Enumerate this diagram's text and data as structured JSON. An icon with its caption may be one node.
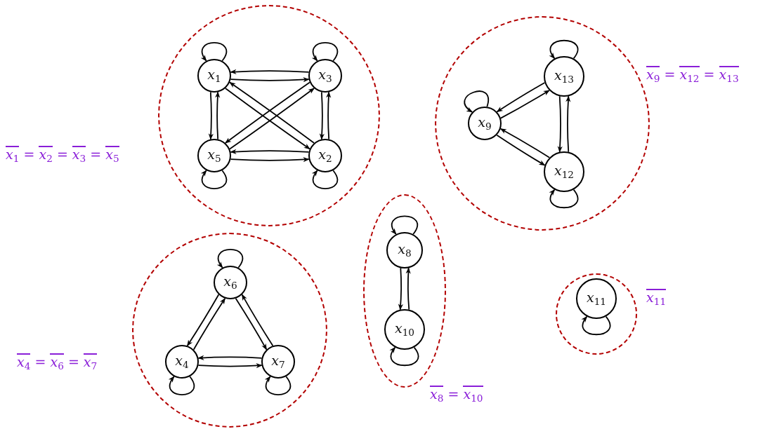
{
  "diagram": {
    "nodes": [
      {
        "text": [],
        "shape": "circle",
        "beside": [
          "*x*$_{1}$ = *x*$_{2}$ = *x*$_{3}$ = *x*$_{5}$"
        ]
      },
      {
        "text": [
          "*x*$_{1}$"
        ],
        "in": 0
      },
      {
        "text": [
          "*x*$_{3}$"
        ],
        "in": 0
      },
      {
        "text": [
          "*x*$_{5}$"
        ],
        "in": 0
      },
      {
        "text": [
          "*x*$_{2}$"
        ],
        "in": 0
      },
      {
        "text": [],
        "shape": "circle",
        "beside": [
          "*x*$_{9}$ = *x*$_{12}$ = *x*$_{13}$"
        ]
      },
      {
        "text": [
          "*x*$_{13}$"
        ],
        "in": 5
      },
      {
        "text": [
          "*x*$_{9}$"
        ],
        "in": 5
      },
      {
        "text": [
          "*x*$_{12}$"
        ],
        "in": 5
      },
      {
        "text": [],
        "shape": "circle",
        "beside": [
          "*x*$_{4}$ = *x*$_{6}$ = *x*$_{7}$"
        ]
      },
      {
        "text": [
          "*x*$_{6}$"
        ],
        "in": 9
      },
      {
        "text": [
          "*x*$_{4}$"
        ],
        "in": 9
      },
      {
        "text": [
          "*x*$_{7}$"
        ],
        "in": 9
      },
      {
        "text": [],
        "shape": "ellipse",
        "beside": [
          "*x*$_{8}$ = *x*$_{10}$"
        ]
      },
      {
        "text": [
          "*x*$_{8}$"
        ],
        "in": 13
      },
      {
        "text": [
          "*x*$_{10}$"
        ],
        "in": 13
      },
      {
        "text": [],
        "shape": "circle",
        "beside": [
          "*x*$_{11}$"
        ]
      },
      {
        "text": [
          "*x*$_{11}$"
        ],
        "in": 16
      }
    ],
    "edges": [
      {
        "from": 1,
        "to": 1,
        "arrow": "to"
      },
      {
        "from": 2,
        "to": 2,
        "arrow": "to"
      },
      {
        "from": 3,
        "to": 3,
        "arrow": "to"
      },
      {
        "from": 4,
        "to": 4,
        "arrow": "to"
      },
      {
        "from": 1,
        "to": 2,
        "arrow": "to"
      },
      {
        "from": 2,
        "to": 1,
        "arrow": "to"
      },
      {
        "from": 1,
        "to": 3,
        "arrow": "to"
      },
      {
        "from": 3,
        "to": 1,
        "arrow": "to"
      },
      {
        "from": 2,
        "to": 4,
        "arrow": "to"
      },
      {
        "from": 4,
        "to": 2,
        "arrow": "to"
      },
      {
        "from": 3,
        "to": 4,
        "arrow": "to"
      },
      {
        "from": 4,
        "to": 3,
        "arrow": "to"
      },
      {
        "from": 1,
        "to": 4,
        "arrow": "to"
      },
      {
        "from": 4,
        "to": 1,
        "arrow": "to"
      },
      {
        "from": 2,
        "to": 3,
        "arrow": "to"
      },
      {
        "from": 3,
        "to": 2,
        "arrow": "to"
      },
      {
        "from": 6,
        "to": 6,
        "arrow": "to"
      },
      {
        "from": 7,
        "to": 7,
        "arrow": "to"
      },
      {
        "from": 8,
        "to": 8,
        "arrow": "to"
      },
      {
        "from": 7,
        "to": 6,
        "arrow": "to"
      },
      {
        "from": 6,
        "to": 7,
        "arrow": "to"
      },
      {
        "from": 6,
        "to": 8,
        "arrow": "to"
      },
      {
        "from": 8,
        "to": 6,
        "arrow": "to"
      },
      {
        "from": 7,
        "to": 8,
        "arrow": "to"
      },
      {
        "from": 8,
        "to": 7,
        "arrow": "to"
      },
      {
        "from": 10,
        "to": 10,
        "arrow": "to"
      },
      {
        "from": 11,
        "to": 11,
        "arrow": "to"
      },
      {
        "from": 12,
        "to": 12,
        "arrow": "to"
      },
      {
        "from": 11,
        "to": 10,
        "arrow": "to"
      },
      {
        "from": 10,
        "to": 11,
        "arrow": "to"
      },
      {
        "from": 10,
        "to": 12,
        "arrow": "to"
      },
      {
        "from": 12,
        "to": 10,
        "arrow": "to"
      },
      {
        "from": 11,
        "to": 12,
        "arrow": "to"
      },
      {
        "from": 12,
        "to": 11,
        "arrow": "to"
      },
      {
        "from": 14,
        "to": 14,
        "arrow": "to"
      },
      {
        "from": 15,
        "to": 15,
        "arrow": "to"
      },
      {
        "from": 14,
        "to": 15,
        "arrow": "to"
      },
      {
        "from": 15,
        "to": 14,
        "arrow": "to"
      },
      {
        "from": 17,
        "to": 17,
        "arrow": "to"
      }
    ]
  }
}
